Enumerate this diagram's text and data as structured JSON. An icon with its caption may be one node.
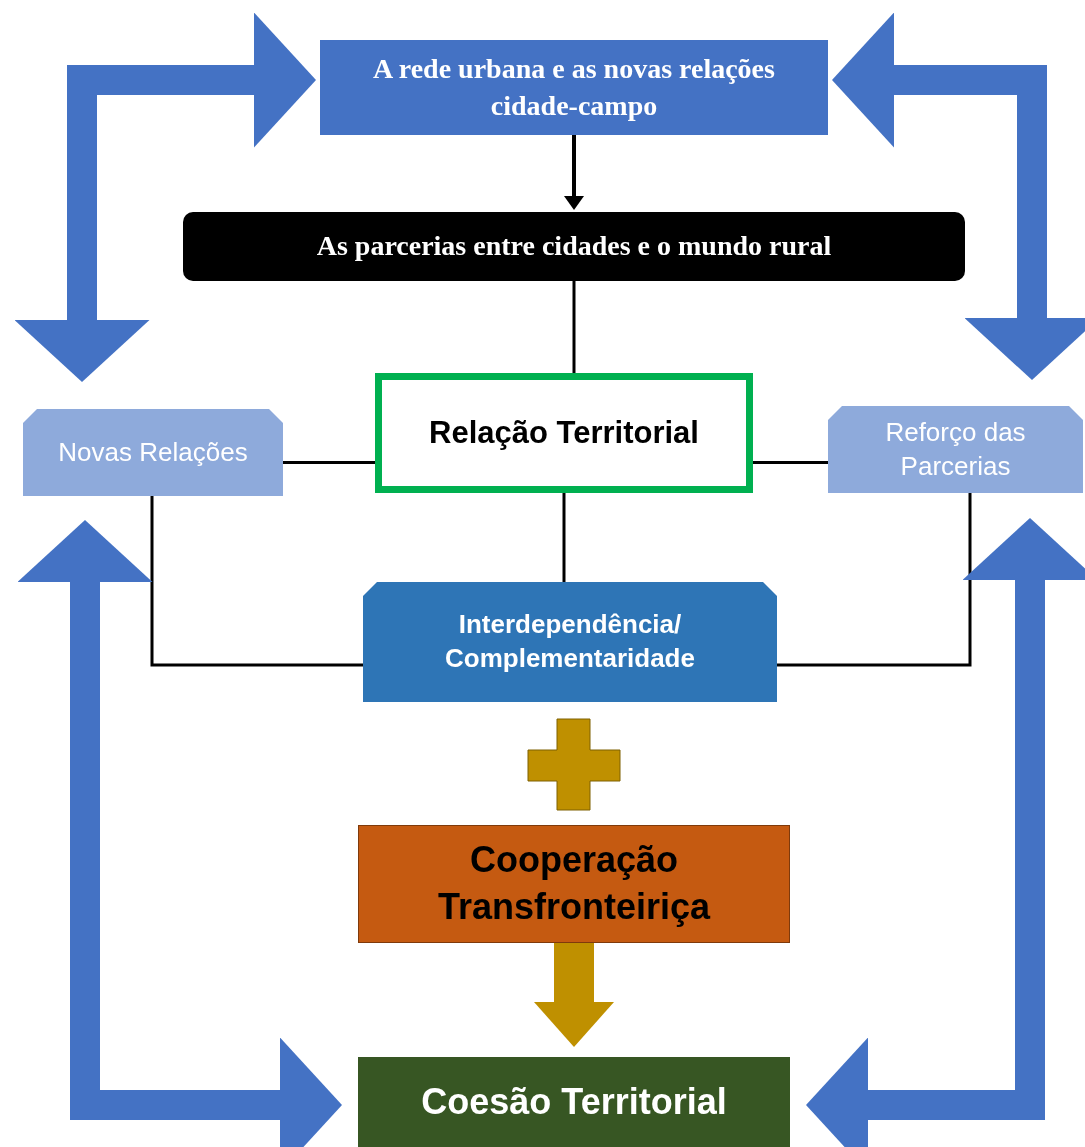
{
  "diagram": {
    "nodes": [
      {
        "text": [
          "A rede urbana e as novas relações cidade-campo"
        ]
      },
      {
        "text": [
          "As parcerias entre cidades e o mundo rural"
        ]
      },
      {
        "text": [
          "Relação Territorial"
        ]
      },
      {
        "text": [
          "Novas Relações"
        ]
      },
      {
        "text": [
          "Reforço das Parcerias"
        ]
      },
      {
        "text": [
          "Interdependência/ Complementaridade"
        ]
      },
      {
        "text": [
          "Cooperação Transfronteiriça"
        ]
      },
      {
        "text": [
          "Coesão Territorial"
        ]
      }
    ],
    "edges": [
      {
        "from": 0,
        "to": 1,
        "arrow": "to"
      },
      {
        "from": 1,
        "to": 2,
        "arrow": "none"
      },
      {
        "from": 2,
        "to": 3,
        "arrow": "none"
      },
      {
        "from": 2,
        "to": 4,
        "arrow": "none"
      },
      {
        "from": 2,
        "to": 5,
        "arrow": "none"
      },
      {
        "from": 3,
        "to": 5,
        "arrow": "none"
      },
      {
        "from": 4,
        "to": 5,
        "arrow": "none"
      },
      {
        "from": 6,
        "to": 7,
        "arrow": "to",
        "style": "thick",
        "color": "#bf9000"
      },
      {
        "from": 0,
        "to": 3,
        "arrow": "both",
        "style": "thick",
        "color": "#4472c4"
      },
      {
        "from": 0,
        "to": 4,
        "arrow": "both",
        "style": "thick",
        "color": "#4472c4"
      },
      {
        "from": 3,
        "to": 7,
        "arrow": "both",
        "style": "thick",
        "color": "#4472c4"
      },
      {
        "from": 4,
        "to": 7,
        "arrow": "both",
        "style": "thick",
        "color": "#4472c4"
      }
    ]
  }
}
